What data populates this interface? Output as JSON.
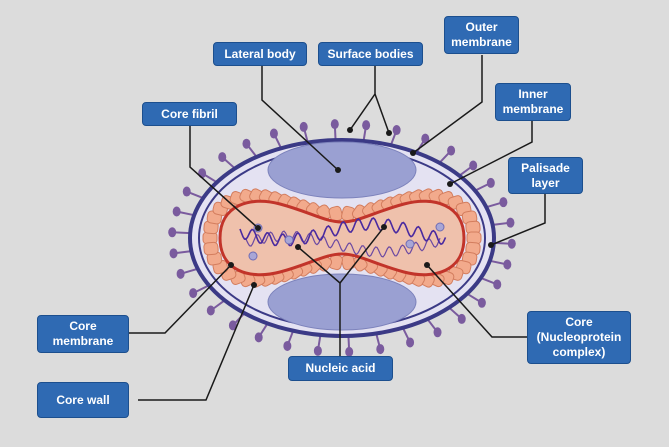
{
  "labels": {
    "lateral_body": "Lateral body",
    "surface_bodies": "Surface bodies",
    "outer_membrane": "Outer\nmembrane",
    "core_fibril": "Core fibril",
    "inner_membrane": "Inner\nmembrane",
    "palisade_layer": "Palisade\nlayer",
    "core_membrane": "Core\nmembrane",
    "core_nucleoprotein": "Core\n(Nucleoprotein\ncomplex)",
    "nucleic_acid": "Nucleic acid",
    "core_wall": "Core wall"
  },
  "colors": {
    "background": "#dcdcdc",
    "label_fill": "#2f6ab3",
    "label_text": "#ffffff",
    "outer_membrane": "#3b3a86",
    "envelope_fill": "#e4e2f2",
    "lateral_body": "#9aa0d2",
    "palisade": "#f2aa8c",
    "palisade_stroke": "#d37d5e",
    "core_wall": "#c2342a",
    "core_fill": "#efc1ac",
    "nucleic_acid": "#4a2aa0",
    "spike": "#7a5b9e",
    "leader": "#1a1a1a"
  }
}
